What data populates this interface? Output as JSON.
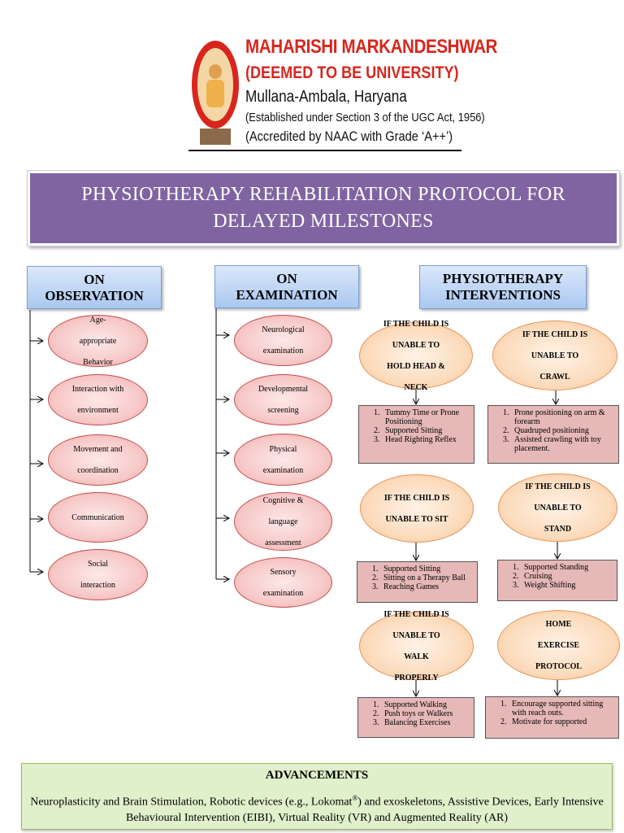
{
  "logo": {
    "line1": "MAHARISHI MARKANDESHWAR",
    "line2": "(DEEMED TO BE UNIVERSITY)",
    "line3": "Mullana-Ambala, Haryana",
    "line4": "(Established under Section 3 of the UGC Act, 1956)",
    "line5": "(Accredited by NAAC with Grade ‘A++’)"
  },
  "title": {
    "line1": "PHYSIOTHERAPY REHABILITATION PROTOCOL FOR",
    "line2": "DELAYED MILESTONES"
  },
  "observation": {
    "heading_line1": "ON",
    "heading_line2": "OBSERVATION",
    "items": [
      {
        "l1": "Age-",
        "l2": "appropriate",
        "l3": "Behavior"
      },
      {
        "l1": "Interaction with",
        "l2": "environment"
      },
      {
        "l1": "Movement and",
        "l2": "coordination"
      },
      {
        "l1": "Communication"
      },
      {
        "l1": "Social",
        "l2": "interaction"
      }
    ]
  },
  "examination": {
    "heading_line1": "ON",
    "heading_line2": "EXAMINATION",
    "items": [
      {
        "l1": "Neurological",
        "l2": "examination"
      },
      {
        "l1": "Developmental",
        "l2": "screening"
      },
      {
        "l1": "Physical",
        "l2": "examination"
      },
      {
        "l1": "Cognitive &",
        "l2": "language",
        "l3": "assessment"
      },
      {
        "l1": "Sensory",
        "l2": "examination"
      }
    ]
  },
  "interventions": {
    "heading_line1": "PHYSIOTHERAPY",
    "heading_line2": "INTERVENTIONS",
    "groups": [
      {
        "q1": "IF THE CHILD IS",
        "q2": "UNABLE TO",
        "q3": "HOLD HEAD &",
        "q4": "NECK",
        "items": [
          "Tummy Time or Prone Positioning",
          "Supported Sitting",
          "Head Righting Reflex"
        ]
      },
      {
        "q1": "IF THE CHILD IS",
        "q2": "UNABLE TO",
        "q3": "CRAWL",
        "items": [
          "Prone positioning on arm & forearm",
          "Quadruped positioning",
          "Assisted crawling with toy placement."
        ]
      },
      {
        "q1": "IF THE CHILD IS",
        "q2": "UNABLE TO SIT",
        "items": [
          "Supported Sitting",
          "Sitting on a Therapy Ball",
          "Reaching Games"
        ]
      },
      {
        "q1": "IF THE CHILD IS",
        "q2": "UNABLE TO",
        "q3": "STAND",
        "items": [
          "Supported Standing",
          "Cruising",
          "Weight Shifting"
        ]
      },
      {
        "q1": "IF THE CHILD IS",
        "q2": "UNABLE TO",
        "q3": "WALK",
        "q4": "PROPERLY",
        "items": [
          "Supported Walking",
          "Push toys or Walkers",
          "Balancing Exercises"
        ]
      },
      {
        "q1": "HOME",
        "q2": "EXERCISE",
        "q3": "PROTOCOL",
        "items": [
          "Encourage supported sitting with reach outs.",
          "Motivate for supported"
        ]
      }
    ]
  },
  "advancements": {
    "title": "ADVANCEMENTS",
    "text_before": "Neuroplasticity and Brain Stimulation, Robotic devices (e.g., Lokomat",
    "superscript": "®",
    "text_after": ") and exoskeletons, Assistive Devices, Early Intensive Behavioural Intervention (EIBI), Virtual Reality (VR) and Augmented Reality (AR)"
  },
  "colors": {
    "title_bg": "#8064a2",
    "logo_red": "#d8261d",
    "oval_pink": "#f7c9c9",
    "oval_orange": "#fcdcbe",
    "list_box": "#e6b8b7",
    "advancements_bg": "#dff0cb",
    "header_blue": "#aac8f0"
  }
}
